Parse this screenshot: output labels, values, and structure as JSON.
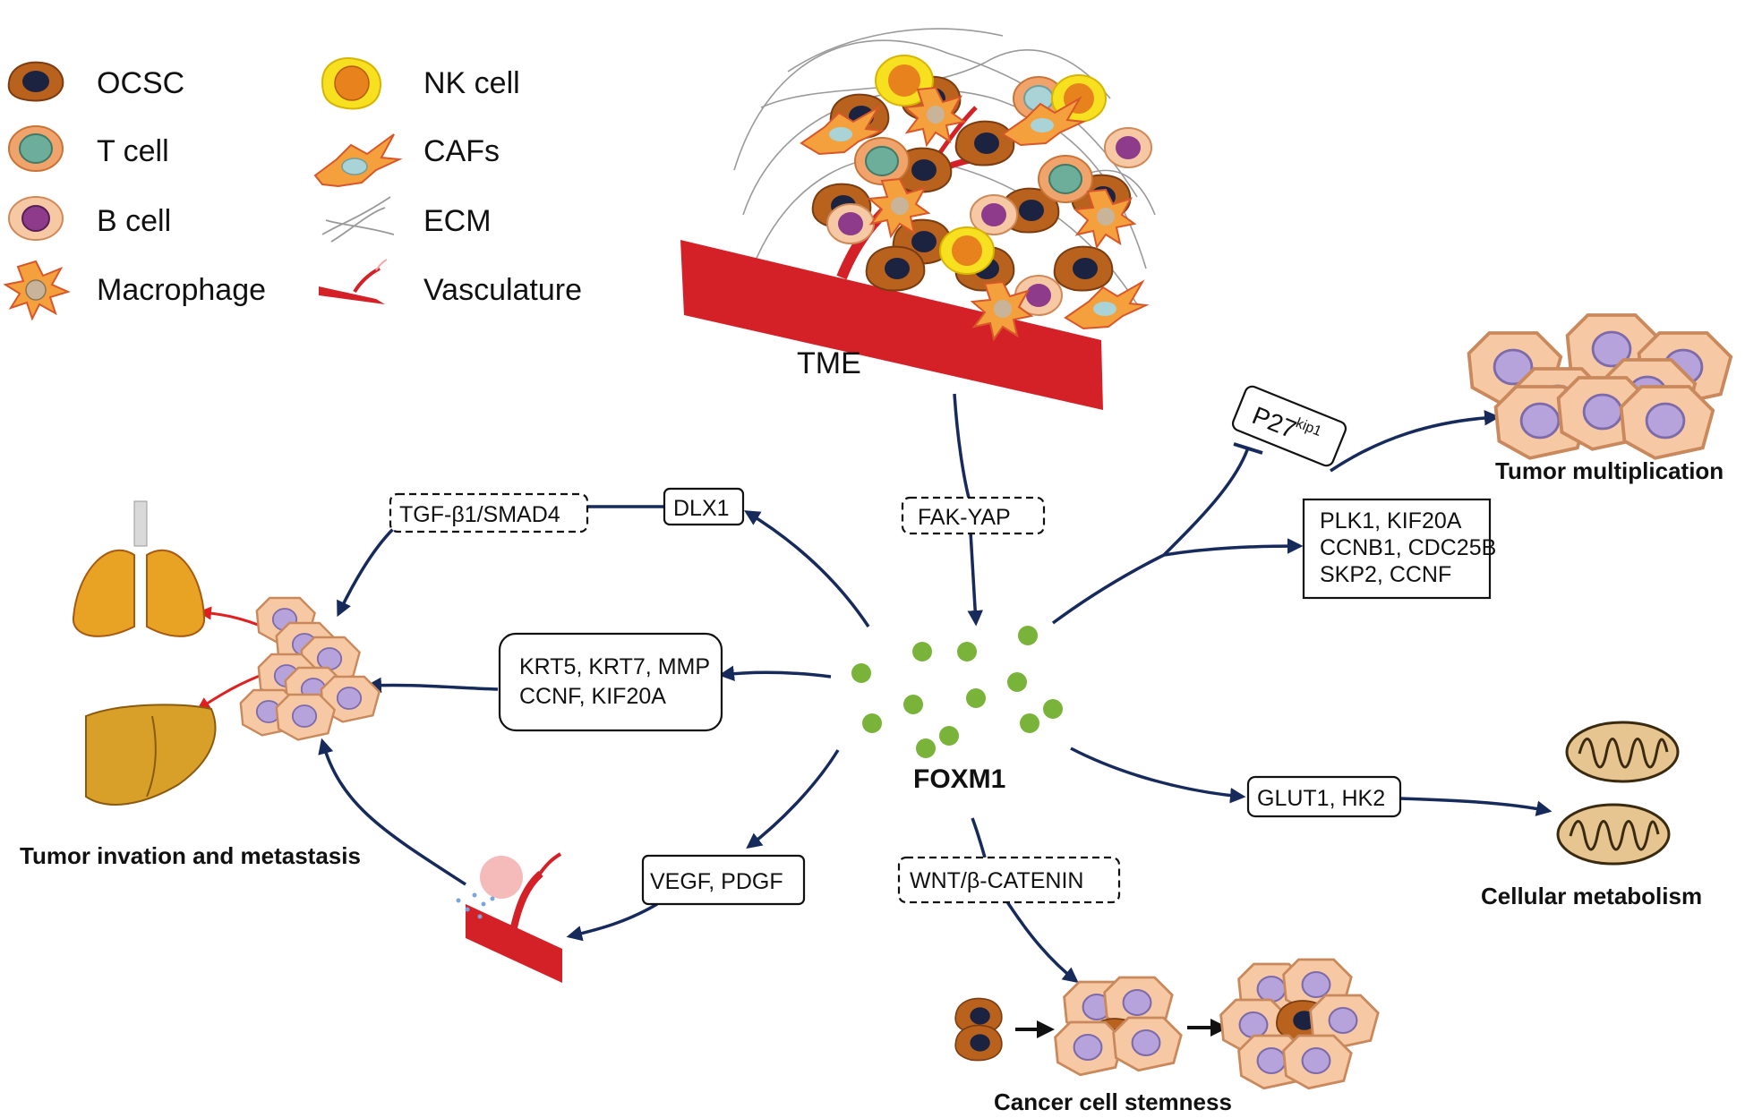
{
  "legend": {
    "items": [
      {
        "label": "OCSC",
        "icon": "ocsc-cell-icon"
      },
      {
        "label": "T cell",
        "icon": "t-cell-icon"
      },
      {
        "label": "B cell",
        "icon": "b-cell-icon"
      },
      {
        "label": "Macrophage",
        "icon": "macrophage-icon"
      },
      {
        "label": "NK cell",
        "icon": "nk-cell-icon"
      },
      {
        "label": "CAFs",
        "icon": "caf-icon"
      },
      {
        "label": "ECM",
        "icon": "ecm-fiber-icon"
      },
      {
        "label": "Vasculature",
        "icon": "vasculature-icon"
      }
    ]
  },
  "tme_label": "TME",
  "center_label": "FOXM1",
  "pathway_boxes": {
    "fak_yap": "FAK-YAP",
    "dlx1": "DLX1",
    "tgf_smad4": "TGF-β1/SMAD4",
    "krt_line1": "KRT5, KRT7, MMP",
    "krt_line2": "CCNF, KIF20A",
    "vegf_pdgf": "VEGF, PDGF",
    "wnt": "WNT/β-CATENIN",
    "glut_hk2": "GLUT1, HK2",
    "p27_main": "P27",
    "p27_sup": "kip1",
    "plk_line1": "PLK1, KIF20A",
    "plk_line2": "CCNB1, CDC25B",
    "plk_line3": "SKP2, CCNF"
  },
  "outcomes": {
    "tumor_multiplication": "Tumor multiplication",
    "metastasis": "Tumor invation and metastasis",
    "cellular_metabolism": "Cellular metabolism",
    "stemness": "Cancer cell stemness"
  },
  "colors": {
    "arrow": "#162a5c",
    "red_arrow": "#e02020",
    "vessel": "#d42128",
    "foxm1_dot": "#7ab33a",
    "ocsc_body": "#b8621e",
    "ocsc_nucleus": "#1c2340",
    "tumor_cell": "#f6c9a4",
    "tumor_nucleus": "#b6a3dc"
  }
}
